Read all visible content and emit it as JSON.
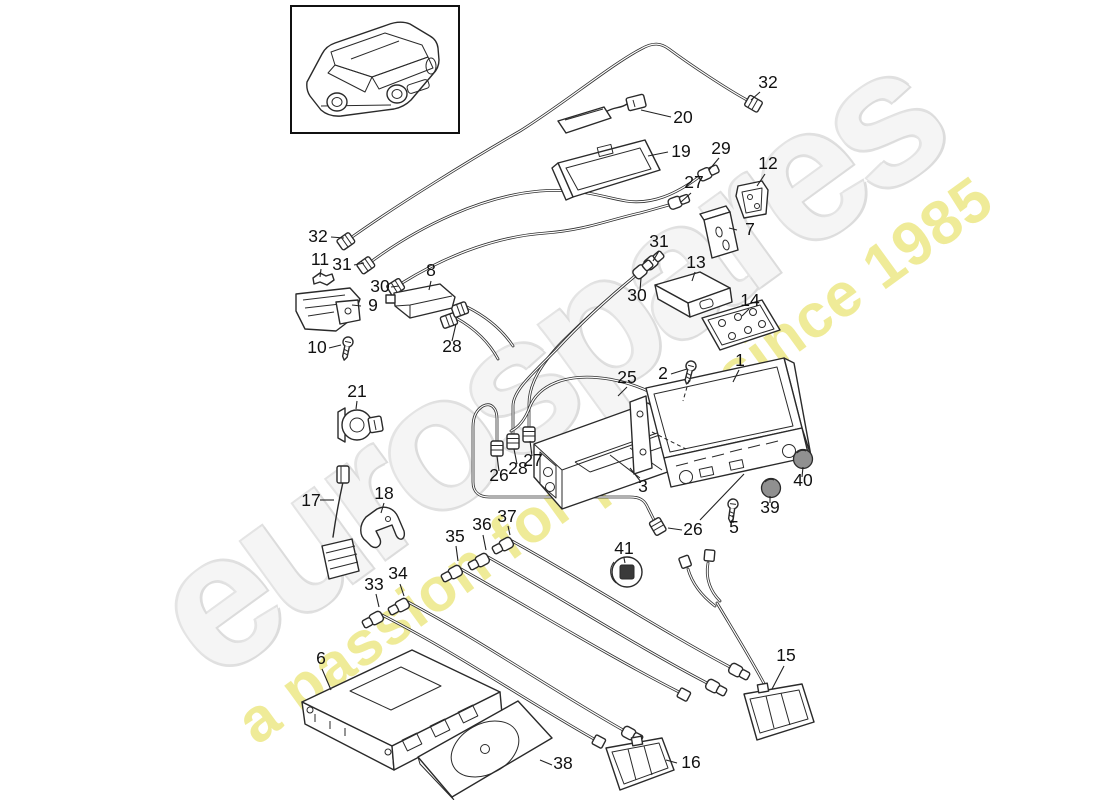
{
  "watermark": {
    "brand": "eurospares",
    "tagline": "a passion for parts since 1985",
    "brand_color": "#e9e9e9",
    "tagline_color": "#ece77f"
  },
  "callouts": [
    {
      "label": "32"
    },
    {
      "label": "20"
    },
    {
      "label": "19"
    },
    {
      "label": "29"
    },
    {
      "label": "12"
    },
    {
      "label": "27"
    },
    {
      "label": "7"
    },
    {
      "label": "32"
    },
    {
      "label": "11"
    },
    {
      "label": "31"
    },
    {
      "label": "30"
    },
    {
      "label": "8"
    },
    {
      "label": "9"
    },
    {
      "label": "10"
    },
    {
      "label": "28"
    },
    {
      "label": "31"
    },
    {
      "label": "30"
    },
    {
      "label": "13"
    },
    {
      "label": "14"
    },
    {
      "label": "1"
    },
    {
      "label": "2"
    },
    {
      "label": "25"
    },
    {
      "label": "21"
    },
    {
      "label": "3"
    },
    {
      "label": "40"
    },
    {
      "label": "39"
    },
    {
      "label": "5"
    },
    {
      "label": "26"
    },
    {
      "label": "26"
    },
    {
      "label": "28"
    },
    {
      "label": "27"
    },
    {
      "label": "17"
    },
    {
      "label": "18"
    },
    {
      "label": "35"
    },
    {
      "label": "36"
    },
    {
      "label": "37"
    },
    {
      "label": "41"
    },
    {
      "label": "33"
    },
    {
      "label": "34"
    },
    {
      "label": "15"
    },
    {
      "label": "6"
    },
    {
      "label": "38"
    },
    {
      "label": "16"
    }
  ]
}
